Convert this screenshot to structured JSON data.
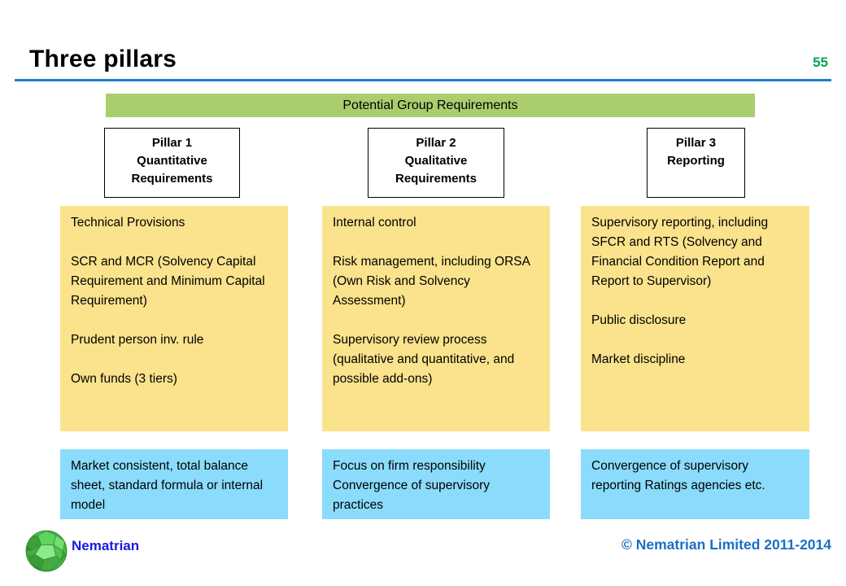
{
  "slide": {
    "title": "Three pillars",
    "page_number": "55",
    "accent_rule_color": "#1b7fd4",
    "page_number_color": "#00a651"
  },
  "banner": {
    "label": "Potential  Group Requirements",
    "color": "#aacd6e"
  },
  "pillars": [
    {
      "header_line_1": "Pillar  1",
      "header_line_2": "Quantitative",
      "header_line_3": "Requirements",
      "detail": "Technical Provisions\n\nSCR and MCR (Solvency Capital Requirement and Minimum Capital Requirement)\n\nPrudent person inv. rule\n\nOwn funds (3 tiers)",
      "summary": "Market consistent, total balance sheet, standard formula or internal model"
    },
    {
      "header_line_1": "Pillar  2",
      "header_line_2": "Qualitative",
      "header_line_3": "Requirements",
      "detail": "Internal control\n\nRisk management, including ORSA (Own Risk and Solvency Assessment)\n\nSupervisory review process (qualitative and quantitative, and possible add-ons)",
      "summary": "Focus on firm responsibility Convergence of supervisory practices"
    },
    {
      "header_line_1": "Pillar  3",
      "header_line_2": "Reporting",
      "header_line_3": "",
      "detail": "Supervisory reporting, including SFCR and RTS (Solvency and Financial Condition Report and Report to Supervisor)\n\nPublic disclosure\n\nMarket discipline",
      "summary": "Convergence of supervisory reporting Ratings agencies etc."
    }
  ],
  "colors": {
    "detail_panel": "#fae38c",
    "summary_panel": "#8bdcfc",
    "brand_blue": "#1a1ae0",
    "copyright_blue": "#1b6fc4",
    "logo_green": "#35a835"
  },
  "footer": {
    "brand": "Nematrian",
    "copyright": "© Nematrian Limited 2011-2014",
    "logo_icon": "polyhedron-sphere-logo-icon"
  }
}
